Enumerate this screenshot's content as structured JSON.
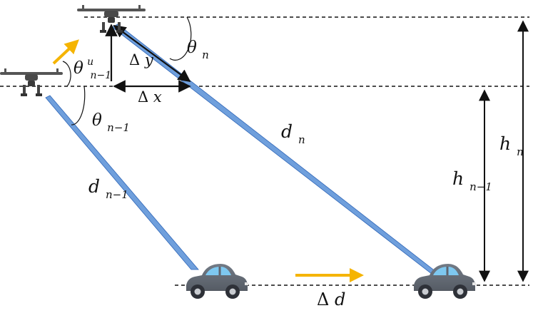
{
  "labels": {
    "theta_n": {
      "base": "θ",
      "sub": "n"
    },
    "theta_u": {
      "base": "θ",
      "sup": "u",
      "sub": "n−1"
    },
    "theta_prev": {
      "base": "θ",
      "sub": "n−1"
    },
    "delta_y": {
      "delta": "Δ",
      "var": "y"
    },
    "delta_x": {
      "delta": "Δ",
      "var": "x"
    },
    "d_n": {
      "base": "d",
      "sub": "n"
    },
    "d_prev": {
      "base": "d",
      "sub": "n−1"
    },
    "h_n": {
      "base": "h",
      "sub": "n"
    },
    "h_prev": {
      "base": "h",
      "sub": "n−1"
    },
    "delta_d": {
      "delta": "Δ",
      "var": "d"
    }
  },
  "colors": {
    "beam": "#6f9fdc",
    "beam_edge": "#2f66b8",
    "motion_arrow": "#f5b400",
    "car_body": "#5f6570",
    "car_window": "#7ec8f0",
    "drone": "#4a4a4a"
  },
  "icons": {
    "drone": "drone-icon",
    "car": "car-icon",
    "arrow": "arrow-icon"
  }
}
